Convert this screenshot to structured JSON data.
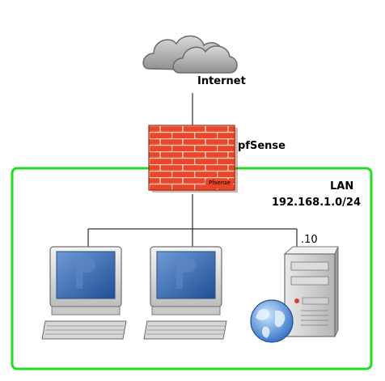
{
  "diagram": {
    "internet_label": "Internet",
    "firewall_label": "pfSense",
    "firewall_brand": "Pfsense",
    "lan": {
      "label": "LAN",
      "subnet": "192.168.1.0/24",
      "border_color": "#22dd22"
    },
    "server": {
      "host_suffix": ".10"
    },
    "colors": {
      "brick": "#e8472a",
      "mortar": "#f7c2b3",
      "cloud": "#b9b9b9",
      "screen": "#3d6fb4",
      "line": "#000000"
    },
    "icons": [
      "cloud-icon",
      "firewall-icon",
      "workstation-icon",
      "workstation-icon",
      "server-icon",
      "globe-icon"
    ]
  }
}
